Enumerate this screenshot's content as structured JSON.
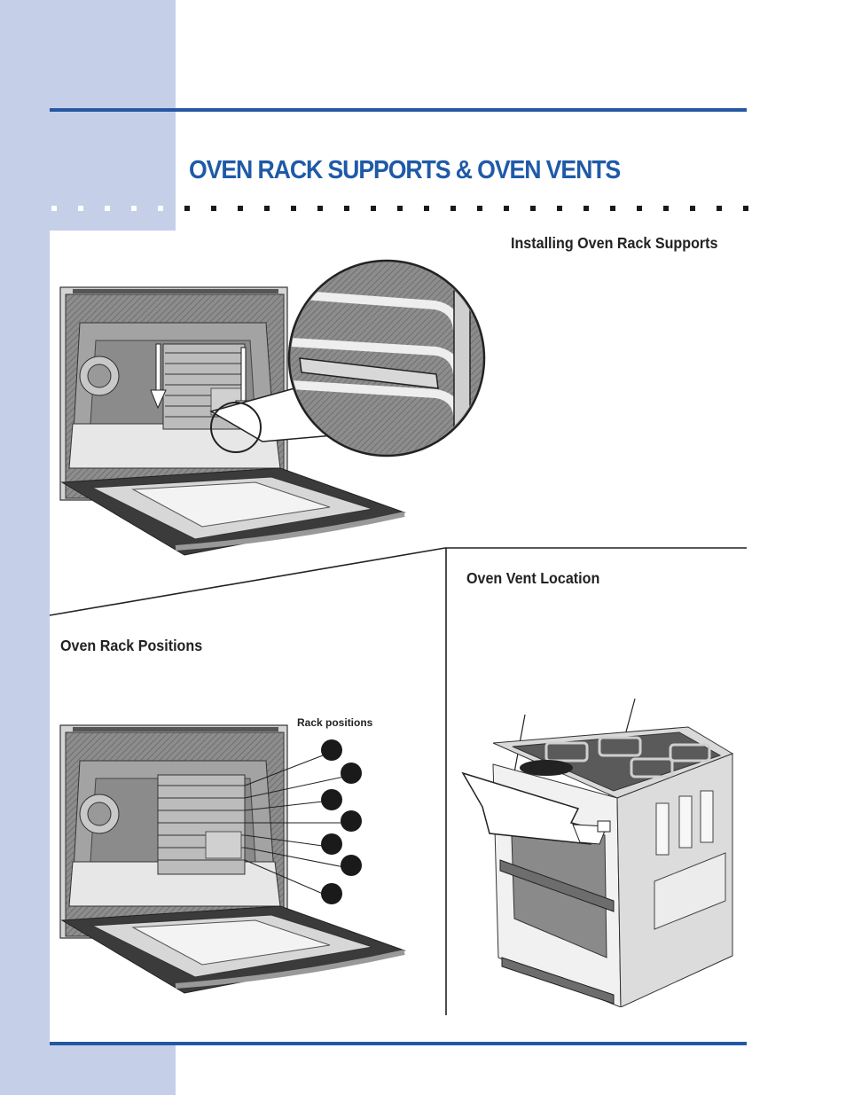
{
  "page": {
    "title": "OVEN RACK SUPPORTS & OVEN VENTS",
    "colors": {
      "accent": "#2558a3",
      "sidebar": "#c5cfe8",
      "title": "#1f5aa8"
    }
  },
  "sections": {
    "installing": {
      "heading": "Installing Oven Rack Supports"
    },
    "vent": {
      "heading": "Oven Vent Location"
    },
    "positions": {
      "heading": "Oven Rack Positions",
      "rack_label": "Rack  positions"
    }
  }
}
